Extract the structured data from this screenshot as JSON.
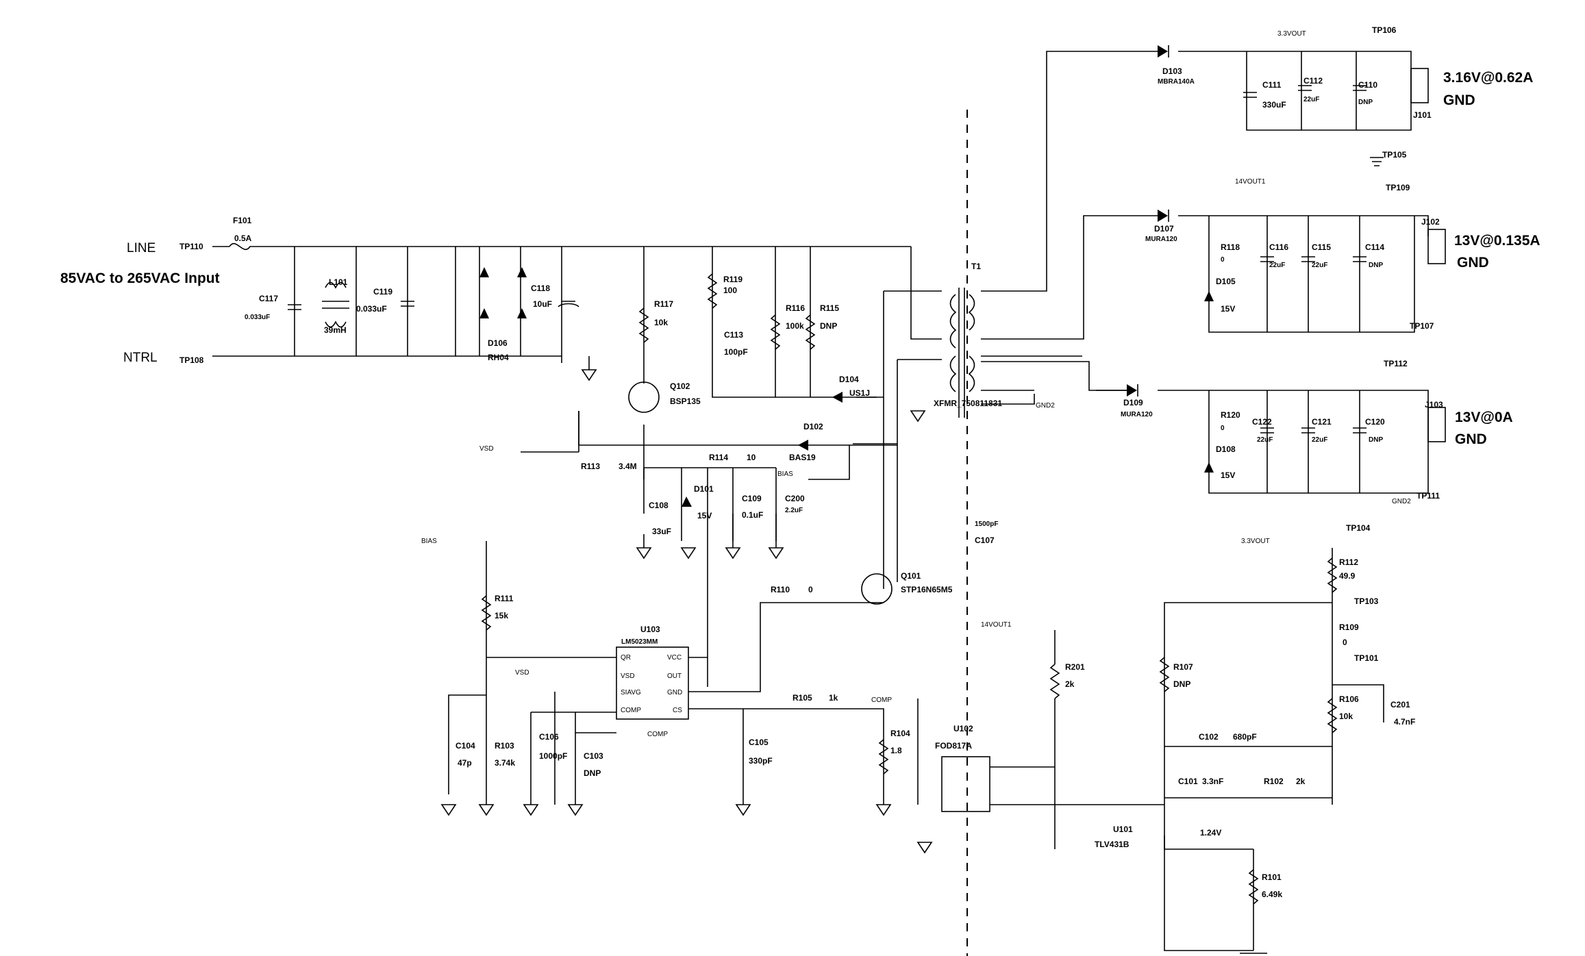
{
  "title": "85VAC to 265VAC Input",
  "inputs": {
    "line": "LINE",
    "neutral": "NTRL"
  },
  "outputs": [
    {
      "connector": "J101",
      "rating": "3.16V@0.62A",
      "gnd": "GND"
    },
    {
      "connector": "J102",
      "rating": "13V@0.135A",
      "gnd": "GND"
    },
    {
      "connector": "J103",
      "rating": "13V@0A",
      "gnd": "GND"
    }
  ],
  "nets": {
    "v33": "3.3VOUT",
    "v14": "14VOUT1",
    "bias": "BIAS",
    "vsd": "VSD",
    "comp": "COMP",
    "gnd2": "GND2",
    "vref": "1.24V"
  },
  "testpoints": {
    "tp110": "TP110",
    "tp108": "TP108",
    "tp106": "TP106",
    "tp105": "TP105",
    "tp109": "TP109",
    "tp107": "TP107",
    "tp112": "TP112",
    "tp111": "TP111",
    "tp104": "TP104",
    "tp103": "TP103",
    "tp101": "TP101"
  },
  "parts": {
    "f101": {
      "ref": "F101",
      "value": "0.5A"
    },
    "c117": {
      "ref": "C117",
      "value": "0.033uF"
    },
    "l101": {
      "ref": "L101",
      "value": "39mH"
    },
    "c119": {
      "ref": "C119",
      "value": "0.033uF"
    },
    "d106": {
      "ref": "D106",
      "value": "RH04"
    },
    "c118": {
      "ref": "C118",
      "value": "10uF"
    },
    "r117": {
      "ref": "R117",
      "value": "10k"
    },
    "r119": {
      "ref": "R119",
      "value": "100"
    },
    "c113": {
      "ref": "C113",
      "value": "100pF"
    },
    "r116": {
      "ref": "R116",
      "value": "100k"
    },
    "r115": {
      "ref": "R115",
      "value": "DNP"
    },
    "d104": {
      "ref": "D104",
      "value": "US1J"
    },
    "q102": {
      "ref": "Q102",
      "value": "BSP135"
    },
    "d102": {
      "ref": "D102",
      "value": "BAS19"
    },
    "r113": {
      "ref": "R113",
      "value": "3.4M"
    },
    "r114": {
      "ref": "R114",
      "value": "10"
    },
    "d101": {
      "ref": "D101",
      "value": "15V"
    },
    "c108": {
      "ref": "C108",
      "value": "33uF"
    },
    "c109": {
      "ref": "C109",
      "value": "0.1uF"
    },
    "c200": {
      "ref": "C200",
      "value": "2.2uF"
    },
    "t1": {
      "ref": "T1",
      "value": "XFMR_750811831"
    },
    "d103": {
      "ref": "D103",
      "value": "MBRA140A"
    },
    "c111": {
      "ref": "C111",
      "value": "330uF"
    },
    "c112": {
      "ref": "C112",
      "value": "22uF"
    },
    "c110": {
      "ref": "C110",
      "value": "DNP"
    },
    "d107": {
      "ref": "D107",
      "value": "MURA120"
    },
    "r118": {
      "ref": "R118",
      "value": "0"
    },
    "d105": {
      "ref": "D105",
      "value": "15V"
    },
    "c116": {
      "ref": "C116",
      "value": "22uF"
    },
    "c115": {
      "ref": "C115",
      "value": "22uF"
    },
    "c114": {
      "ref": "C114",
      "value": "DNP"
    },
    "d109": {
      "ref": "D109",
      "value": "MURA120"
    },
    "r120": {
      "ref": "R120",
      "value": "0"
    },
    "d108": {
      "ref": "D108",
      "value": "15V"
    },
    "c122": {
      "ref": "C122",
      "value": "22uF"
    },
    "c121": {
      "ref": "C121",
      "value": "22uF"
    },
    "c120": {
      "ref": "C120",
      "value": "DNP"
    },
    "c107": {
      "ref": "C107",
      "value": "1500pF"
    },
    "q101": {
      "ref": "Q101",
      "value": "STP16N65M5"
    },
    "r110": {
      "ref": "R110",
      "value": "0"
    },
    "r111": {
      "ref": "R111",
      "value": "15k"
    },
    "u103": {
      "ref": "U103",
      "value": "LM5023MM"
    },
    "r105": {
      "ref": "R105",
      "value": "1k"
    },
    "r104": {
      "ref": "R104",
      "value": "1.8"
    },
    "c104": {
      "ref": "C104",
      "value": "47p"
    },
    "r103": {
      "ref": "R103",
      "value": "3.74k"
    },
    "c106": {
      "ref": "C106",
      "value": "1000pF"
    },
    "c103": {
      "ref": "C103",
      "value": "DNP"
    },
    "c105": {
      "ref": "C105",
      "value": "330pF"
    },
    "r201": {
      "ref": "R201",
      "value": "2k"
    },
    "u102": {
      "ref": "U102",
      "value": "FOD817A"
    },
    "r112": {
      "ref": "R112",
      "value": "49.9"
    },
    "r109": {
      "ref": "R109",
      "value": "0"
    },
    "r107": {
      "ref": "R107",
      "value": "DNP"
    },
    "r106": {
      "ref": "R106",
      "value": "10k"
    },
    "c201": {
      "ref": "C201",
      "value": "4.7nF"
    },
    "c102": {
      "ref": "C102",
      "value": "680pF"
    },
    "c101": {
      "ref": "C101",
      "value": "3.3nF"
    },
    "r102": {
      "ref": "R102",
      "value": "2k"
    },
    "u101": {
      "ref": "U101",
      "value": "TLV431B"
    },
    "r101": {
      "ref": "R101",
      "value": "6.49k"
    }
  },
  "u103_pins": [
    "QR",
    "VSD",
    "SIAVG",
    "COMP",
    "VCC",
    "OUT",
    "GND",
    "CS"
  ]
}
